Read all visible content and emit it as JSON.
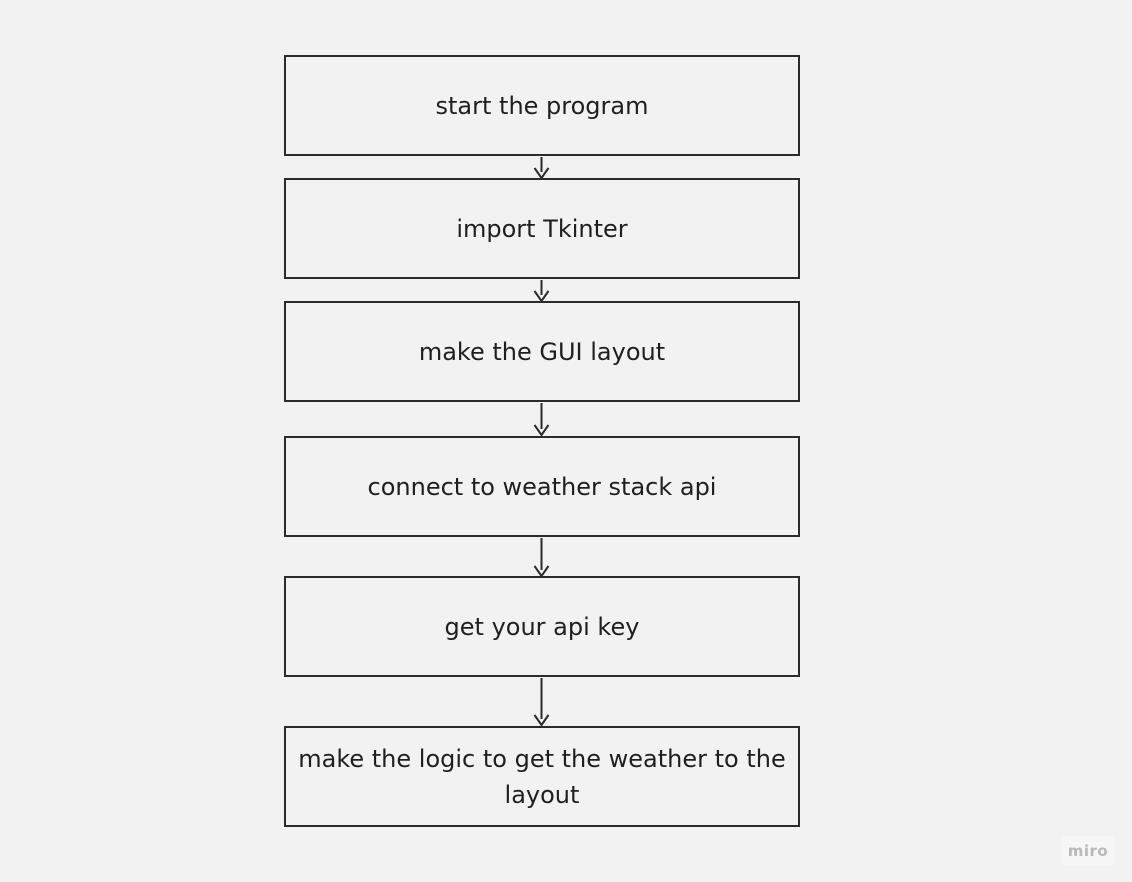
{
  "flowchart": {
    "steps": [
      {
        "label": "start the program"
      },
      {
        "label": "import Tkinter"
      },
      {
        "label": "make the GUI layout"
      },
      {
        "label": "connect to weather stack api"
      },
      {
        "label": "get your api key"
      },
      {
        "label": "make the logic to get the weather to the layout"
      }
    ]
  },
  "watermark": {
    "label": "miro"
  },
  "colors": {
    "background": "#f2f2f2",
    "stroke": "#2b2b2b",
    "text": "#1f1f1f"
  }
}
